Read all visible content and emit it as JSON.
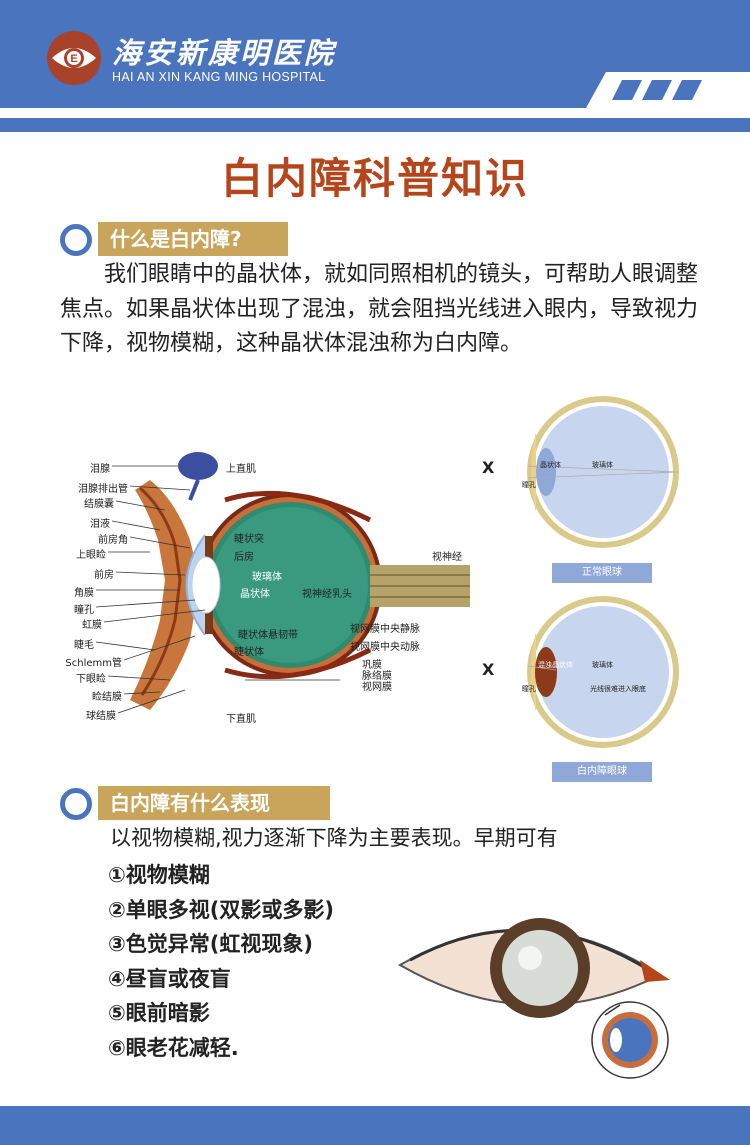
{
  "header": {
    "hospital_cn": "海安新康明医院",
    "hospital_en": "HAI AN XIN KANG MING HOSPITAL",
    "logo_letter": "E",
    "brand_color": "#4a74bd",
    "accent_color": "#b5451b"
  },
  "title": "白内障科普知识",
  "section1": {
    "heading": "什么是白内障?",
    "paragraph": "我们眼睛中的晶状体，就如同照相机的镜头，可帮助人眼调整焦点。如果晶状体出现了混浊，就会阻挡光线进入眼内，导致视力下降，视物模糊，这种晶状体混浊称为白内障。"
  },
  "anatomy": {
    "left_labels": [
      "泪腺",
      "泪腺排出管",
      "结膜囊",
      "泪液",
      "前房角",
      "上眼睑",
      "前房",
      "角膜",
      "瞳孔",
      "虹膜",
      "睫毛",
      "Schlemm管",
      "下眼睑",
      "睑结膜",
      "球结膜"
    ],
    "top_label": "上直肌",
    "inner_labels": [
      "睫状突",
      "后房",
      "玻璃体",
      "晶状体",
      "睫状体悬韧带",
      "睫状体"
    ],
    "optic_head": "视神经乳头",
    "optic_nerve": "视神经",
    "right_labels": [
      "视网膜中央静脉",
      "视网膜中央动脉",
      "巩膜",
      "脉络膜",
      "视网膜"
    ],
    "bottom_label": "下直肌"
  },
  "comparison": {
    "normal_caption": "正常眼球",
    "cataract_caption": "白内障眼球",
    "x_mark": "X",
    "normal_lens": "晶状体",
    "normal_vitreous": "玻璃体",
    "cataract_lens": "混浊晶状体",
    "cataract_vitreous": "玻璃体",
    "cataract_note": "光线很难进入眼底",
    "pupil": "瞳孔"
  },
  "section2": {
    "heading": "白内障有什么表现",
    "intro": "以视物模糊,视力逐渐下降为主要表现。早期可有",
    "symptoms": [
      "①视物模糊",
      "②单眼多视(双影或多影)",
      "③色觉异常(虹视现象)",
      "④昼盲或夜盲",
      "⑤眼前暗影",
      "⑥眼老花减轻."
    ]
  }
}
